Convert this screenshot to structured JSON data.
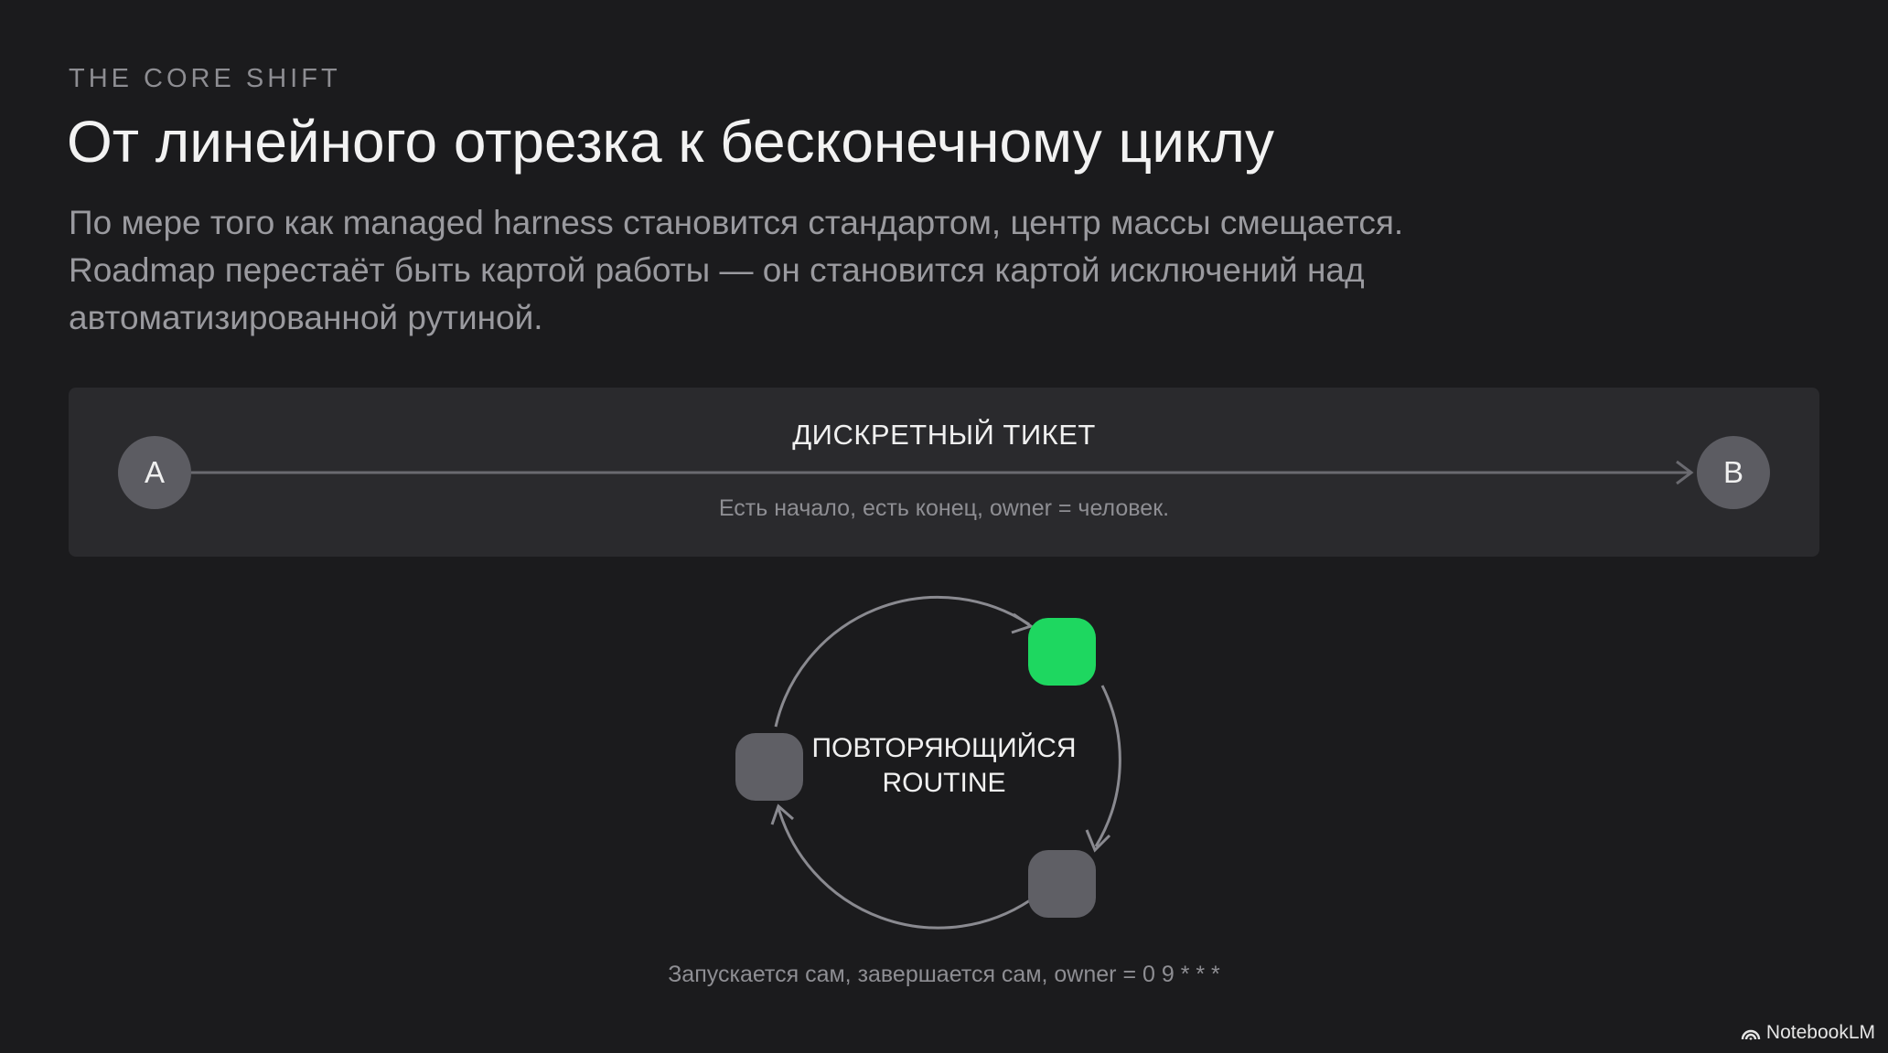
{
  "header": {
    "eyebrow": "THE CORE SHIFT",
    "title": "От линейного отрезка к бесконечному циклу",
    "subtitle_lines": [
      "По мере того как managed harness становится стандартом, центр массы смещается.",
      "Roadmap перестаёт быть картой работы — он становится картой исключений над",
      "автоматизированной рутиной."
    ]
  },
  "ticket": {
    "title": "ДИСКРЕТНЫЙ ТИКЕТ",
    "start_label": "A",
    "end_label": "B",
    "caption": "Есть начало, есть конец, owner = человек."
  },
  "cycle": {
    "label_lines": [
      "ПОВТОРЯЮЩИЙСЯ",
      "ROUTINE"
    ],
    "caption": "Запускается сам, завершается сам, owner = 0 9 * * *",
    "active_color": "#1ed760",
    "inactive_color": "#5f5f65"
  },
  "brand": {
    "icon": "notebooklm-logo-icon",
    "name": "NotebookLM"
  }
}
